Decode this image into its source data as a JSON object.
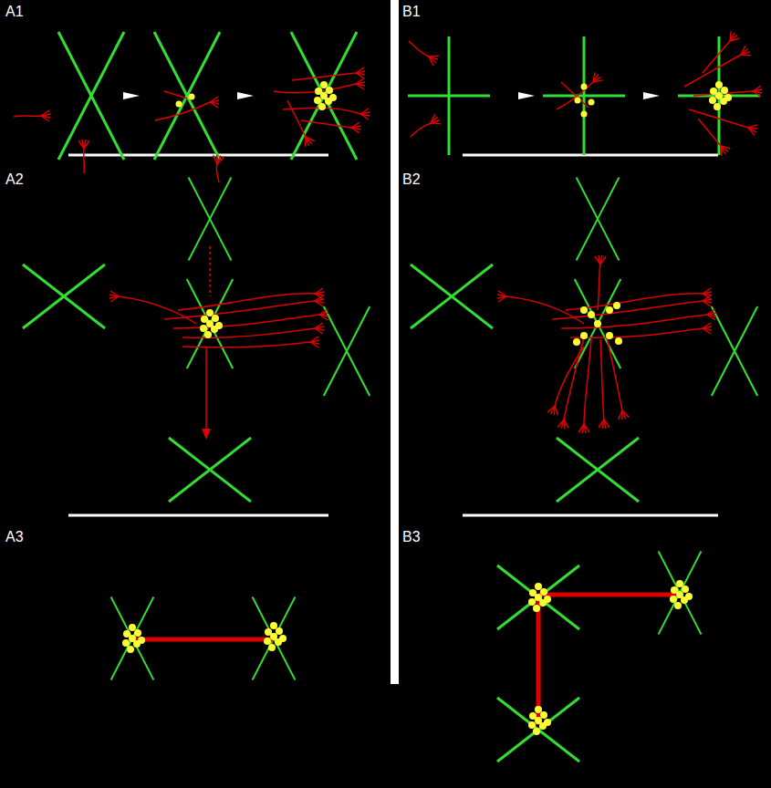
{
  "diagram": {
    "labels": [
      "A1",
      "B1",
      "A2",
      "B2",
      "A3",
      "B3"
    ]
  }
}
